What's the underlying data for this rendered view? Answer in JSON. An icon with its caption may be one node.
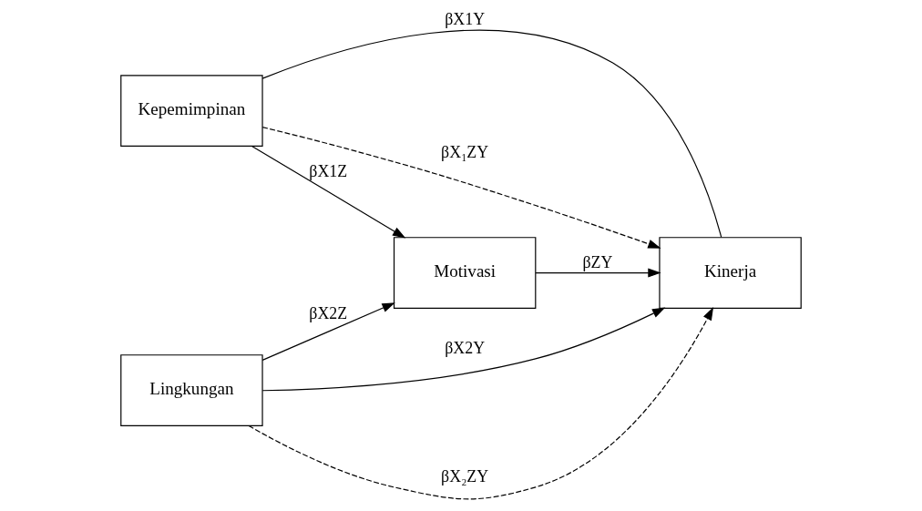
{
  "diagram": {
    "nodes": [
      {
        "text": [
          "Kepemimpinan"
        ]
      },
      {
        "text": [
          "Lingkungan"
        ]
      },
      {
        "text": [
          "Motivasi"
        ]
      },
      {
        "text": [
          "Kinerja"
        ]
      }
    ],
    "edges": [
      {
        "from": 0,
        "to": 3,
        "arrow": "none",
        "label": "βX1Y"
      },
      {
        "from": 0,
        "to": 3,
        "arrow": "to",
        "style": "dashed",
        "label": "βX₁ZY"
      },
      {
        "from": 0,
        "to": 2,
        "arrow": "to",
        "label": "βX1Z"
      },
      {
        "from": 1,
        "to": 2,
        "arrow": "to",
        "label": "βX2Z"
      },
      {
        "from": 2,
        "to": 3,
        "arrow": "to",
        "label": "βZY"
      },
      {
        "from": 1,
        "to": 3,
        "arrow": "to",
        "style": "dashed",
        "label": "βX₂ZY"
      },
      {
        "from": 1,
        "to": 3,
        "arrow": "to",
        "label": "βX2Y"
      }
    ]
  }
}
